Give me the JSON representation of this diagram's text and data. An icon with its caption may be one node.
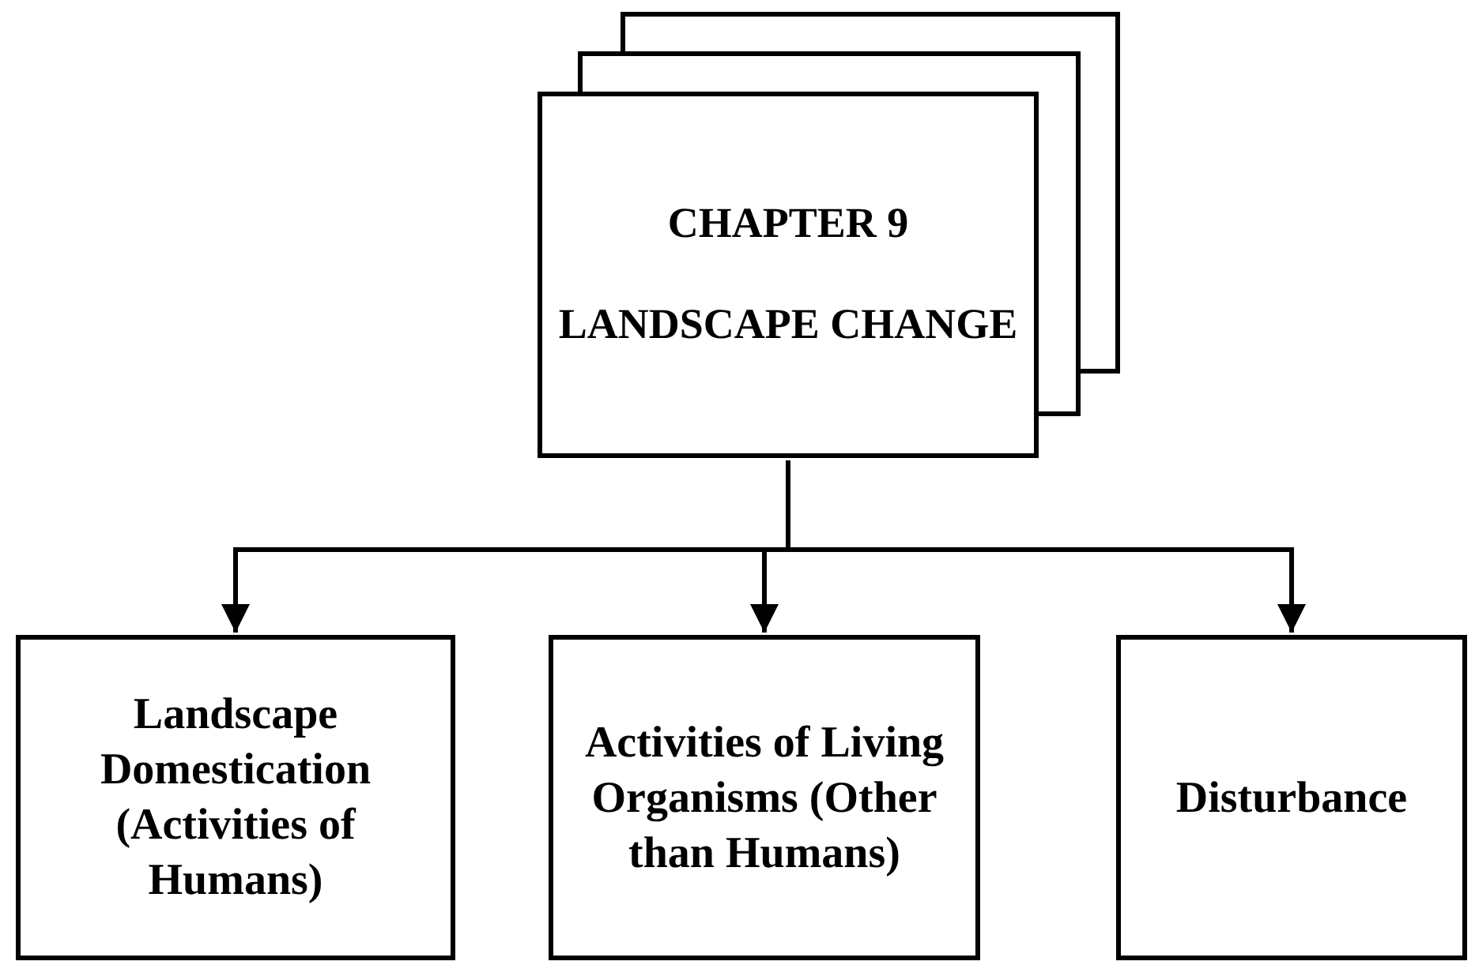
{
  "diagram": {
    "nodes": [
      {
        "text": [
          "CHAPTER 9",
          "LANDSCAPE CHANGE"
        ]
      },
      {
        "text": [
          "Landscape Domestication (Activities of Humans)"
        ]
      },
      {
        "text": [
          "Activities of Living Organisms (Other than Humans)"
        ]
      },
      {
        "text": [
          "Disturbance"
        ]
      }
    ],
    "edges": [
      {
        "from": 0,
        "to": 1,
        "arrow": "to"
      },
      {
        "from": 0,
        "to": 2,
        "arrow": "to"
      },
      {
        "from": 0,
        "to": 3,
        "arrow": "to"
      }
    ]
  }
}
